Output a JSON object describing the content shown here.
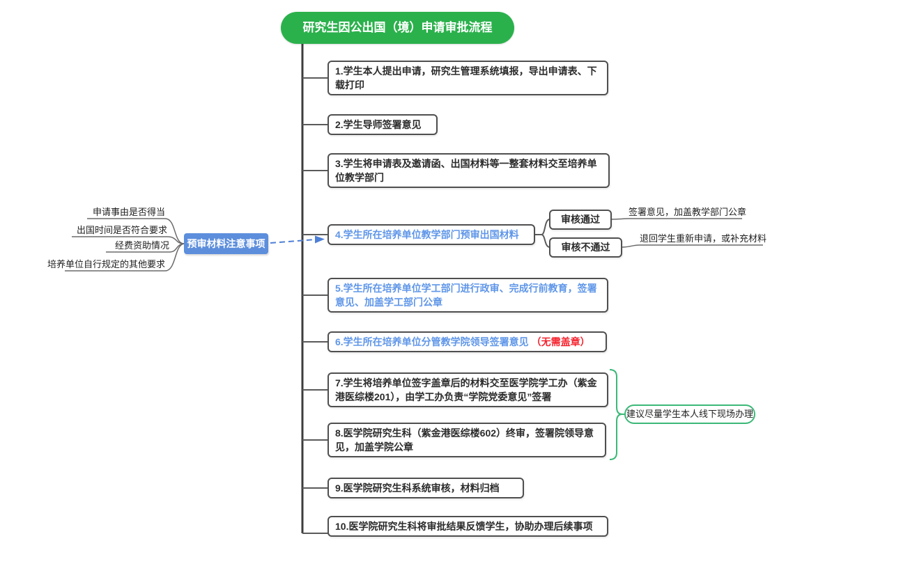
{
  "title": "研究生因公出国（境）申请审批流程",
  "colors": {
    "title_green": "#2BB14C",
    "precheck_blue": "#5C8EDC",
    "blue_step_text": "#5F96E8",
    "red_note_text": "#F5222D",
    "advice_green": "#3CB878",
    "connector_gray": "#5a5a5a"
  },
  "steps": [
    {
      "text": "1.学生本人提出申请，研究生管理系统填报，导出申请表、下载打印"
    },
    {
      "text": "2.学生导师签署意见"
    },
    {
      "text": "3.学生将申请表及邀请函、出国材料等一整套材料交至培养单位教学部门"
    },
    {
      "text": "4.学生所在培养单位教学部门预审出国材料"
    },
    {
      "text": "5.学生所在培养单位学工部门进行政审、完成行前教育，签署意见、加盖学工部门公章"
    },
    {
      "text": "6.学生所在培养单位分管教学院领导签署意见",
      "note": "（无需盖章）"
    },
    {
      "text": "7.学生将培养单位签字盖章后的材料交至医学院学工办（紫金港医综楼201），由学工办负责“学院党委意见”签署"
    },
    {
      "text": "8.医学院研究生科（紫金港医综楼602）终审，签署院领导意见，加盖学院公章"
    },
    {
      "text": "9.医学院研究生科系统审核，材料归档"
    },
    {
      "text": "10.医学院研究生科将审批结果反馈学生，协助办理后续事项"
    }
  ],
  "review": {
    "pass_label": "审核通过",
    "pass_result": "签署意见，加盖教学部门公章",
    "fail_label": "审核不通过",
    "fail_result": "退回学生重新申请，或补充材料"
  },
  "precheck": {
    "label": "预审材料注意事项",
    "items": [
      "申请事由是否得当",
      "出国时间是否符合要求",
      "经费资助情况",
      "培养单位自行规定的其他要求"
    ]
  },
  "advice": "建议尽量学生本人线下现场办理"
}
